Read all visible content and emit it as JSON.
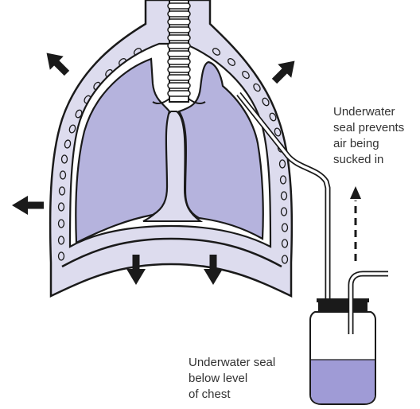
{
  "labels": {
    "seal_prevents": [
      "Underwater",
      "seal prevents",
      "air being",
      "sucked in"
    ],
    "seal_below": [
      "Underwater seal",
      "below level",
      "of chest"
    ]
  },
  "colors": {
    "lung_fill": "#b5b3dd",
    "pleura_fill": "#dddcee",
    "outline": "#1a1a1a",
    "water": "#9f9bd6",
    "arrow": "#1a1a1a"
  },
  "arrows": [
    "up-left",
    "up-right",
    "left",
    "down",
    "down",
    "dashed-up"
  ]
}
